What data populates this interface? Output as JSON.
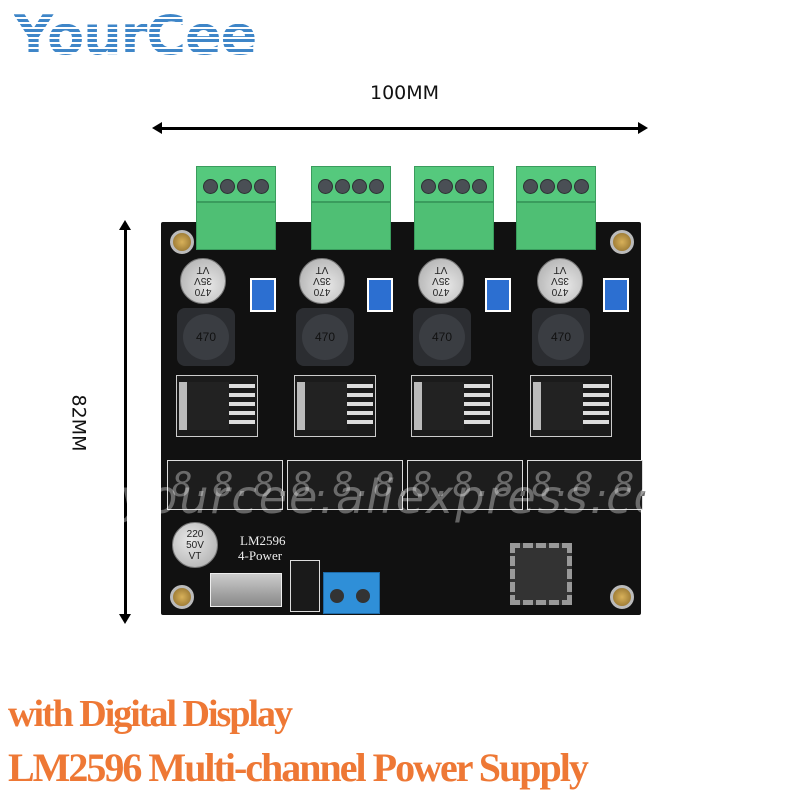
{
  "brand": {
    "logo_text": "YourCee",
    "logo_color": "#3f86c8"
  },
  "dimensions": {
    "width_label": "100MM",
    "height_label": "82MM"
  },
  "board": {
    "silkscreen_title": "LM2596",
    "silkscreen_subtitle": "4-Power",
    "channels": [
      {
        "cap_label": "470\n35V\nVT",
        "inductor_label": "470"
      },
      {
        "cap_label": "470\n35V\nVT",
        "inductor_label": "470"
      },
      {
        "cap_label": "470\n35V\nVT",
        "inductor_label": "470"
      },
      {
        "cap_label": "470\n35V\nVT",
        "inductor_label": "470"
      }
    ],
    "displays": [
      "8.8.8.",
      "8.8.8.",
      "8.8.8.",
      "8.8.8."
    ],
    "input_cap_label": "220\n50V\nVT",
    "watermark": "yourcee.aliexpress.com"
  },
  "caption": {
    "line1": "with Digital Display",
    "line2": "LM2596 Multi-channel Power Supply",
    "color": "#ee7835"
  }
}
